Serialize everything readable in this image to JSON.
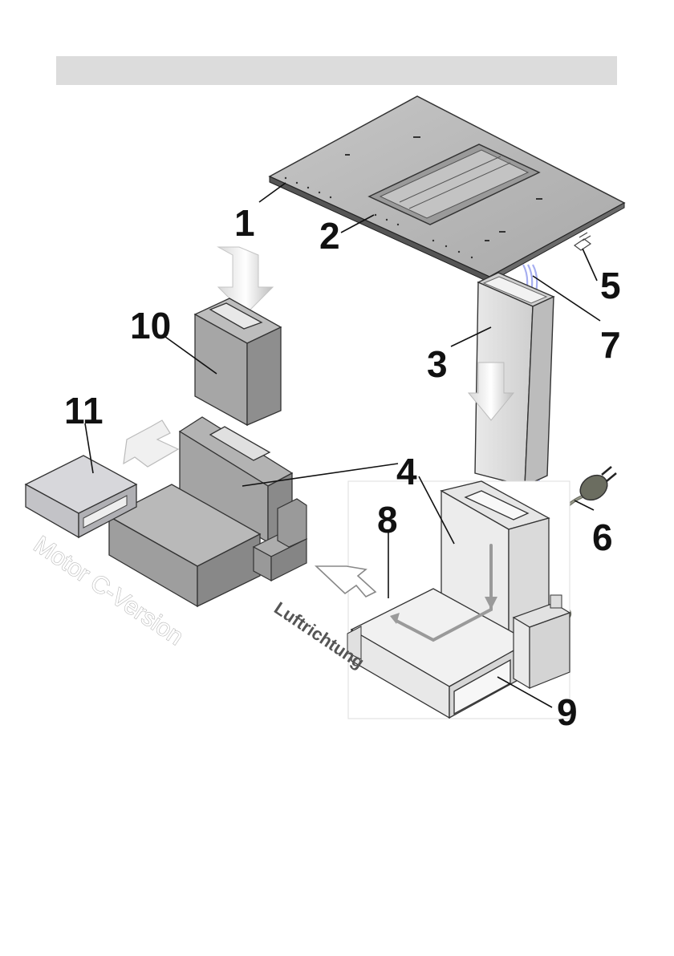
{
  "header": {
    "text": ""
  },
  "callouts": {
    "c1": "1",
    "c2": "2",
    "c3": "3",
    "c4": "4",
    "c5": "5",
    "c6": "6",
    "c7": "7",
    "c8": "8",
    "c9": "9",
    "c10": "10",
    "c11": "11"
  },
  "labels": {
    "motor_version": "Motor C-Version",
    "airflow": "Luftrichtung"
  },
  "colors": {
    "cooktop": "#b9b9b9",
    "metal": "#a8a8a8",
    "metal_dark": "#7c7c7c",
    "light_box": "#ececec",
    "cable": "#aab2e8",
    "plug": "#6b6d60",
    "outline": "#2a2a2a"
  }
}
